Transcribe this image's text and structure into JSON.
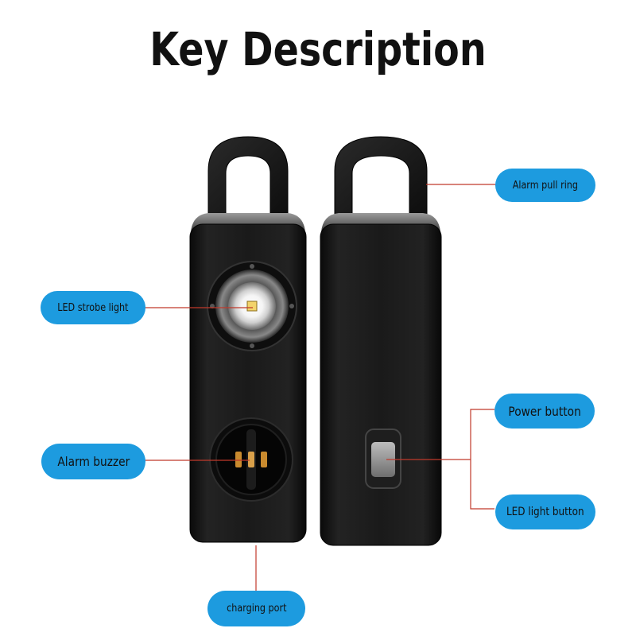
{
  "title": "Key Description",
  "callouts": {
    "alarm_pull_ring": "Alarm pull ring",
    "led_strobe_light": "LED strobe light",
    "alarm_buzzer": "Alarm buzzer",
    "power_button": "Power button",
    "led_light_button": "LED light button",
    "charging_port": "charging port"
  },
  "colors": {
    "callout_fill": "#1d9bdf",
    "leader_line": "#c0392b",
    "device_body": "#141414"
  }
}
